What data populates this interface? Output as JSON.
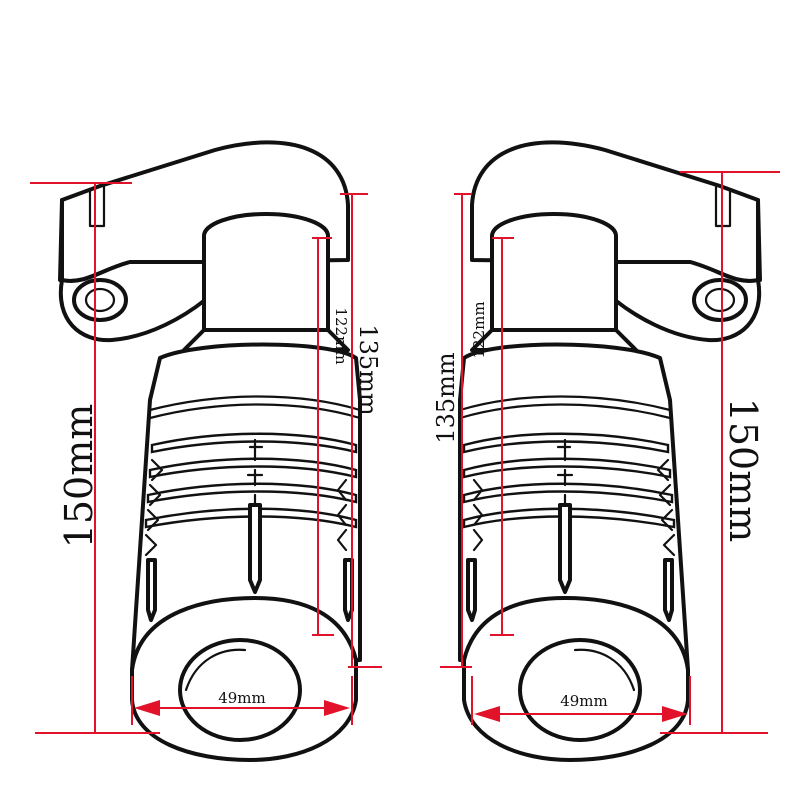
{
  "dimensions": {
    "left": {
      "total_height": "150mm",
      "body_length": "135mm",
      "inner_length": "122mm",
      "diameter": "49mm"
    },
    "right": {
      "total_height": "150mm",
      "body_length": "135mm",
      "inner_length": "122mm",
      "diameter": "49mm"
    }
  },
  "colors": {
    "dimension_line": "#e2122a",
    "outline": "#111111",
    "background": "#ffffff"
  }
}
